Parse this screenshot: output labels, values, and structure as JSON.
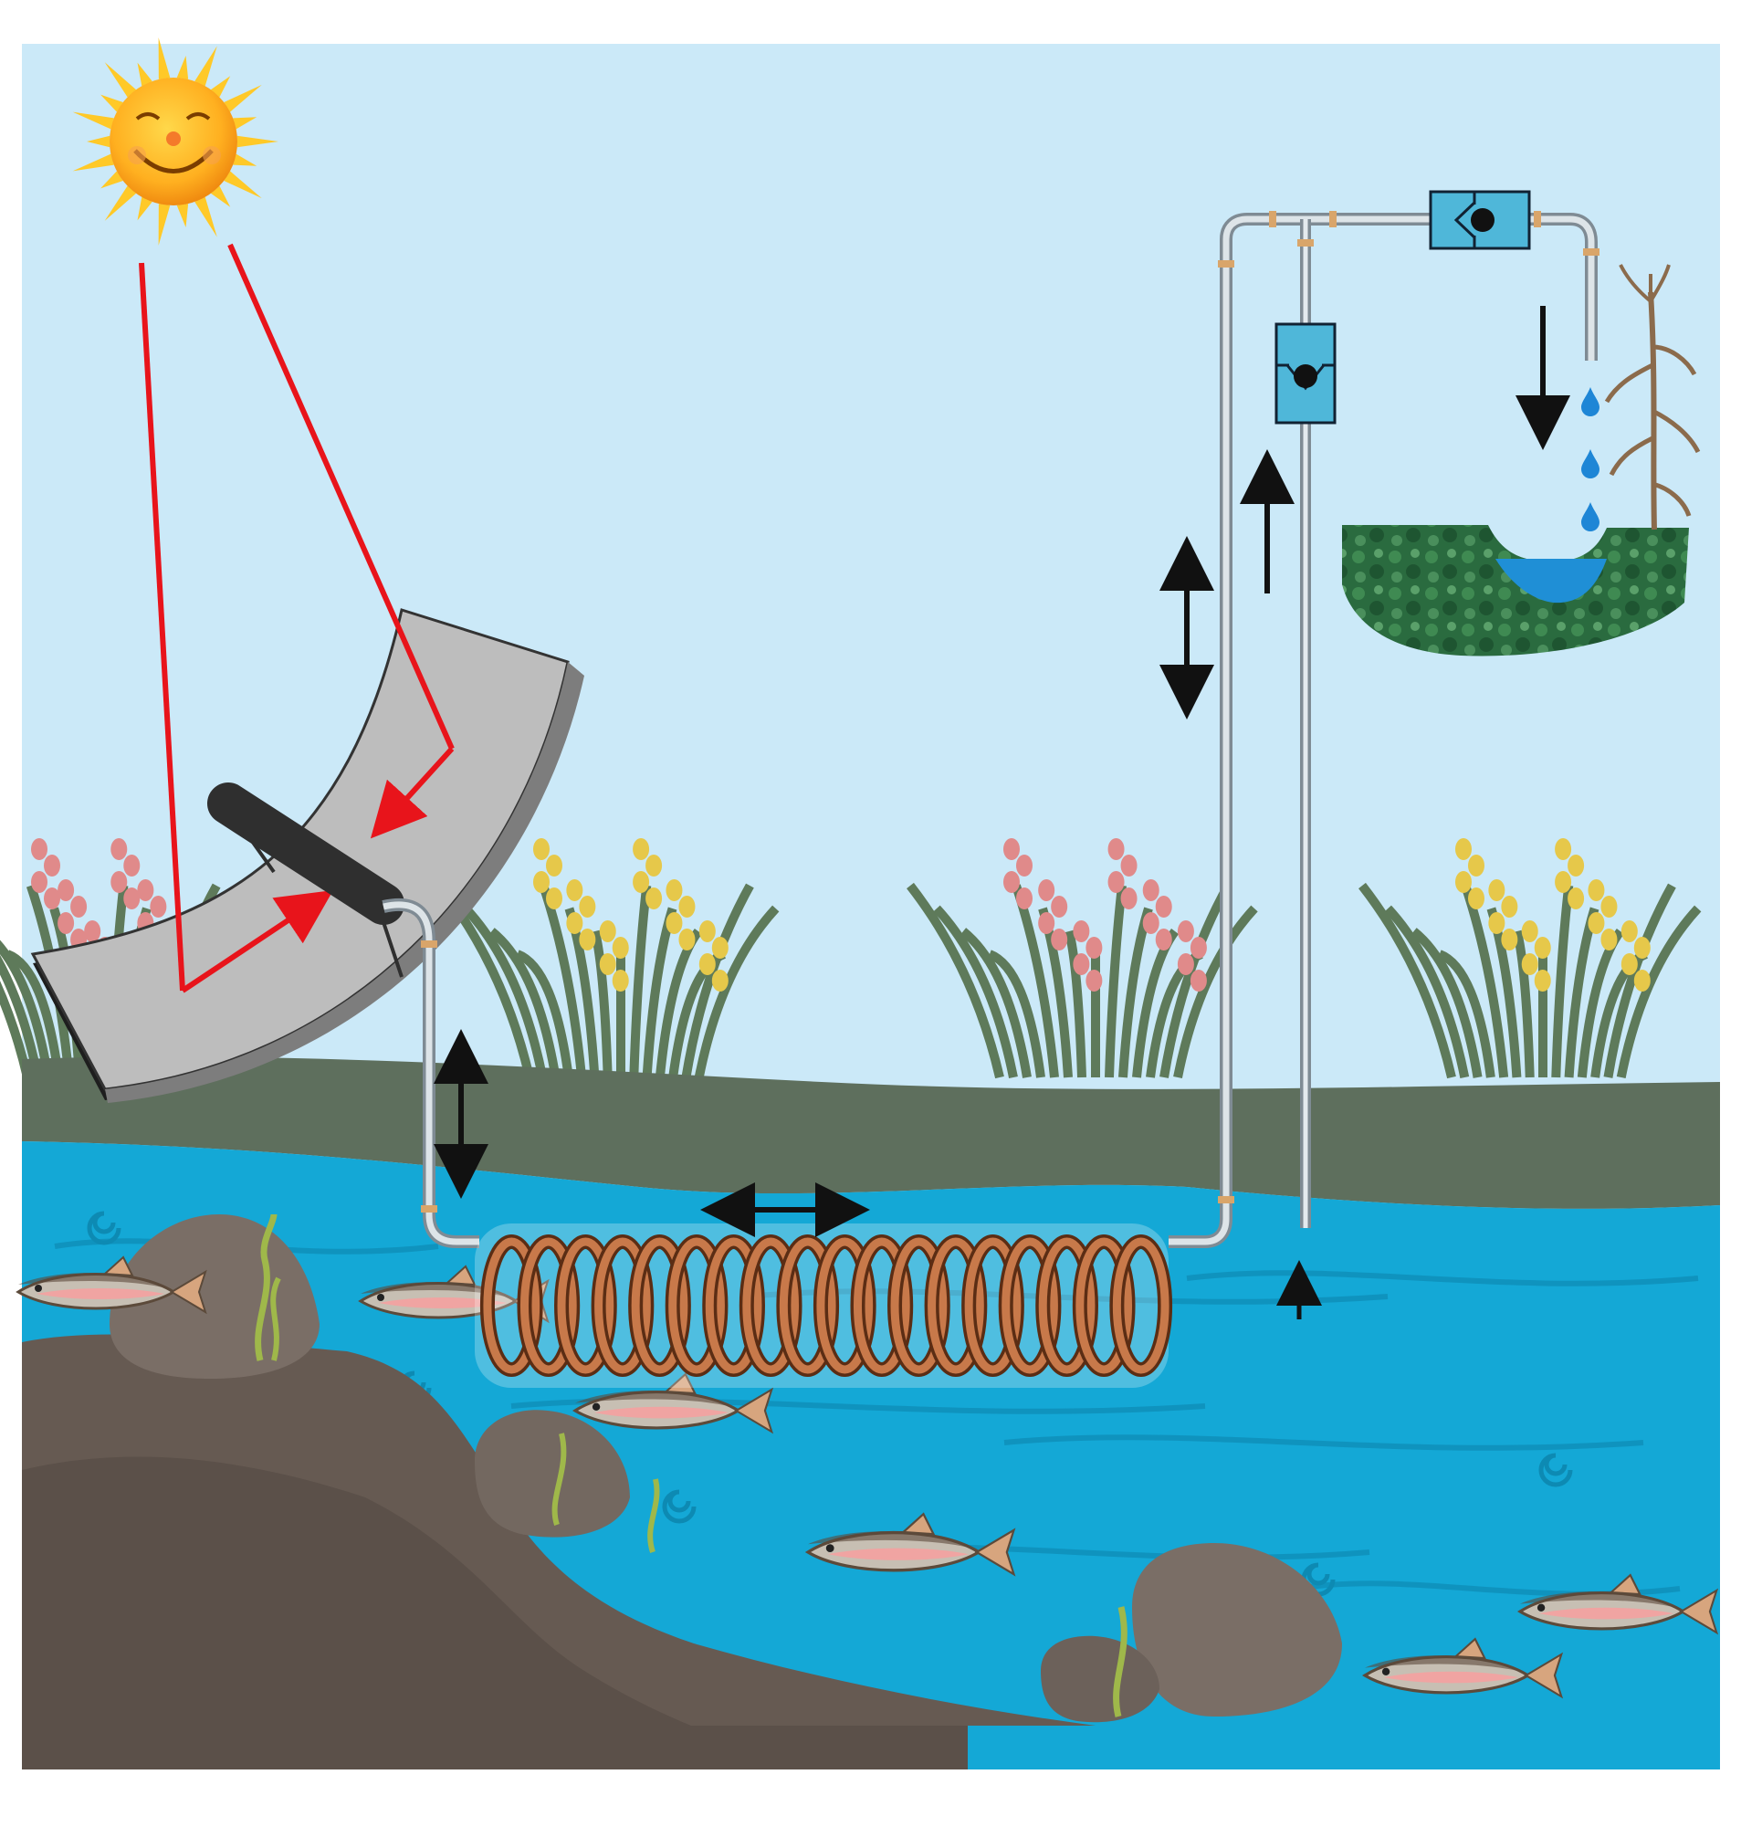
{
  "diagram": {
    "caption": "",
    "components": [
      "sun",
      "sun-rays",
      "parabolic-trough-reflector",
      "receiver-tube",
      "feed-pipe",
      "copper-coil",
      "river",
      "riverbank-plants",
      "return-pipe",
      "intake-pipe",
      "check-valve-vertical",
      "check-valve-horizontal",
      "outlet-pipe",
      "water-drops",
      "irrigation-channel",
      "corn-plant",
      "rocks",
      "fish",
      "seaweed"
    ],
    "flow_arrows": [
      {
        "name": "reflected-ray-arrow-1",
        "kind": "red"
      },
      {
        "name": "reflected-ray-arrow-2",
        "kind": "red"
      },
      {
        "name": "feed-pipe-oscillation",
        "kind": "double-vertical"
      },
      {
        "name": "coil-oscillation",
        "kind": "double-horizontal"
      },
      {
        "name": "return-pipe-oscillation",
        "kind": "double-vertical"
      },
      {
        "name": "intake-up-arrow",
        "kind": "up"
      },
      {
        "name": "river-intake-arrow",
        "kind": "up"
      },
      {
        "name": "outlet-down-arrow",
        "kind": "down"
      }
    ],
    "colors": {
      "sky": "#cbe9f8",
      "ray": "#e8141b",
      "reflector": "#bdbdbd",
      "receiver": "#2f2f2f",
      "pipe": "#a9b4bd",
      "valve": "#4fb7d9",
      "copper": "#b0673d",
      "river": "#14a8d6",
      "bank": "#5e6f5d",
      "earth": "#665a52",
      "plant": "#5e7a5a",
      "pink_flower": "#e08a8a",
      "yellow_flower": "#e6c84a",
      "fish_body": "#c7bfb3",
      "fish_stripe": "#f0a4a2",
      "field": "#2a6b3f",
      "pond": "#1f8fd6"
    }
  }
}
